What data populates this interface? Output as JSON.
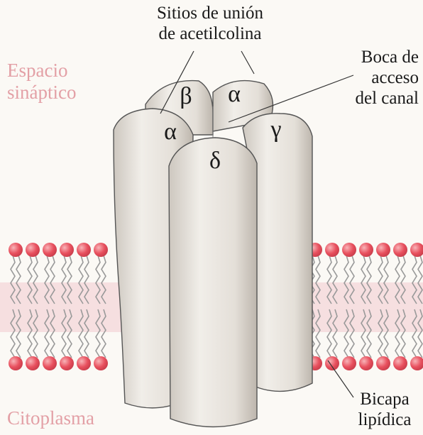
{
  "labels": {
    "binding_sites": [
      "Sitios de unión",
      "de acetilcolina"
    ],
    "channel_mouth": [
      "Boca de",
      "acceso",
      "del canal"
    ],
    "synaptic_space": [
      "Espacio",
      "sináptico"
    ],
    "cytoplasm": "Citoplasma",
    "lipid_bilayer": [
      "Bicapa",
      "lipídica"
    ]
  },
  "subunits": {
    "alpha_left": "α",
    "beta": "β",
    "alpha_back": "α",
    "gamma": "γ",
    "delta": "δ"
  },
  "colors": {
    "region_text": "#e3a0a6",
    "lipid_head": "#e8505e",
    "lipid_tail": "#9a9a9a",
    "protein_fill": "#e9e5df",
    "outline": "#444444"
  }
}
